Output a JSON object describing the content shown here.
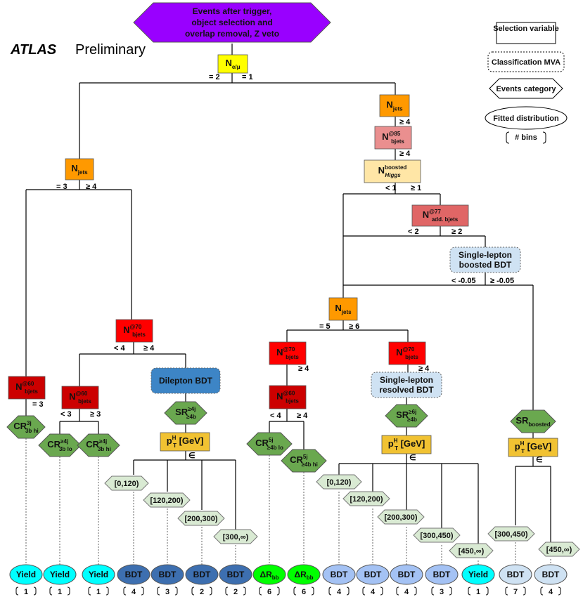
{
  "title": {
    "experiment": "ATLAS",
    "status": "Preliminary"
  },
  "legend": {
    "selection": "Selection variable",
    "mva": "Classification MVA",
    "category": "Events category",
    "fitted": "Fitted distribution",
    "bins": "# bins"
  },
  "top": [
    "Events after trigger,",
    "object selection and",
    "overlap removal, Z veto"
  ],
  "nodes": {
    "nel": {
      "main": "N",
      "sub": "e/μ"
    },
    "njets": {
      "main": "N",
      "sub": "jets"
    },
    "nbjets85": {
      "main": "N",
      "sub": "bjets",
      "sup": "@85"
    },
    "nboosted": {
      "main": "N",
      "sub": "Higgs",
      "sup": "boosted"
    },
    "naddb77": {
      "main": "N",
      "sub": "add. bjets",
      "sup": "@77"
    },
    "nbjets70": {
      "main": "N",
      "sub": "bjets",
      "sup": "@70"
    },
    "nbjets60": {
      "main": "N",
      "sub": "bjets",
      "sup": "@60"
    },
    "ptH": {
      "main": "p",
      "sub": "T",
      "sup": "H",
      "unit": " [GeV]"
    },
    "dilepton_bdt": "Dilepton  BDT",
    "sl_boosted_bdt": [
      "Single-lepton",
      "boosted BDT"
    ],
    "sl_resolved_bdt": [
      "Single-lepton",
      "resolved BDT"
    ]
  },
  "regions": {
    "cr3j": {
      "main": "CR",
      "sup": "3j",
      "sub": "3b hi"
    },
    "cr4jlo": {
      "main": "CR",
      "sup": "≥4j",
      "sub": "3b lo"
    },
    "cr4jhi": {
      "main": "CR",
      "sup": "≥4j",
      "sub": "3b hi"
    },
    "sr4j": {
      "main": "SR",
      "sup": "≥4j",
      "sub": "≥4b"
    },
    "cr5jlo": {
      "main": "CR",
      "sup": "5j",
      "sub": "≥4b lo"
    },
    "cr5jhi": {
      "main": "CR",
      "sup": "5j",
      "sub": "≥4b hi"
    },
    "sr6j": {
      "main": "SR",
      "sup": "≥6j",
      "sub": "≥4b"
    },
    "srboosted": {
      "main": "SR",
      "sub": "boosted"
    }
  },
  "cuts": {
    "eq2": "= 2",
    "eq1": "= 1",
    "ge4": "≥ 4",
    "eq3": "= 3",
    "lt1": "< 1",
    "ge1": "≥ 1",
    "lt2": "< 2",
    "ge2": "≥ 2",
    "ltm005": "< -0.05",
    "gem005": "≥ -0.05",
    "eq5": "= 5",
    "ge6": "≥ 6",
    "lt4": "< 4",
    "lt3": "< 3",
    "ge3": "≥ 3",
    "in": "∈"
  },
  "bins_dilepton": [
    "[0,120)",
    "[120,200)",
    "[200,300)",
    "[300,∞)"
  ],
  "bins_resolved": [
    "[0,120)",
    "[120,200)",
    "[200,300)",
    "[300,450)",
    "[450,∞)"
  ],
  "bins_boosted": [
    "[300,450)",
    "[450,∞)"
  ],
  "outputs": [
    {
      "label": "Yield",
      "bins": "1"
    },
    {
      "label": "Yield",
      "bins": "1"
    },
    {
      "label": "Yield",
      "bins": "1"
    },
    {
      "label": "BDT",
      "bins": "4"
    },
    {
      "label": "BDT",
      "bins": "3"
    },
    {
      "label": "BDT",
      "bins": "2"
    },
    {
      "label": "BDT",
      "bins": "2"
    },
    {
      "label": "ΔR",
      "sub": "bb",
      "bins": "6"
    },
    {
      "label": "ΔR",
      "sub": "bb",
      "bins": "6"
    },
    {
      "label": "BDT",
      "bins": "4"
    },
    {
      "label": "BDT",
      "bins": "4"
    },
    {
      "label": "BDT",
      "bins": "4"
    },
    {
      "label": "BDT",
      "bins": "3"
    },
    {
      "label": "Yield",
      "bins": "1"
    },
    {
      "label": "BDT",
      "bins": "7"
    },
    {
      "label": "BDT",
      "bins": "4"
    }
  ],
  "colors": {
    "purple": "#9900ff",
    "yellow": "#ffff00",
    "orange": "#ff9900",
    "salmon": "#ea8f8f",
    "peach": "#ffe6a6",
    "rose": "#e06666",
    "red": "#ff0000",
    "darkred": "#cc0000",
    "bdtblue": "#3d85c6",
    "lightblue": "#cfe2f3",
    "green": "#6aa84f",
    "lightgreen": "#d9ead3",
    "gold": "#f1c232",
    "cyan": "#00ffff",
    "brightgreen": "#00ff00",
    "navy": "#3d6fb0",
    "paleblue": "#a4c2f4"
  }
}
